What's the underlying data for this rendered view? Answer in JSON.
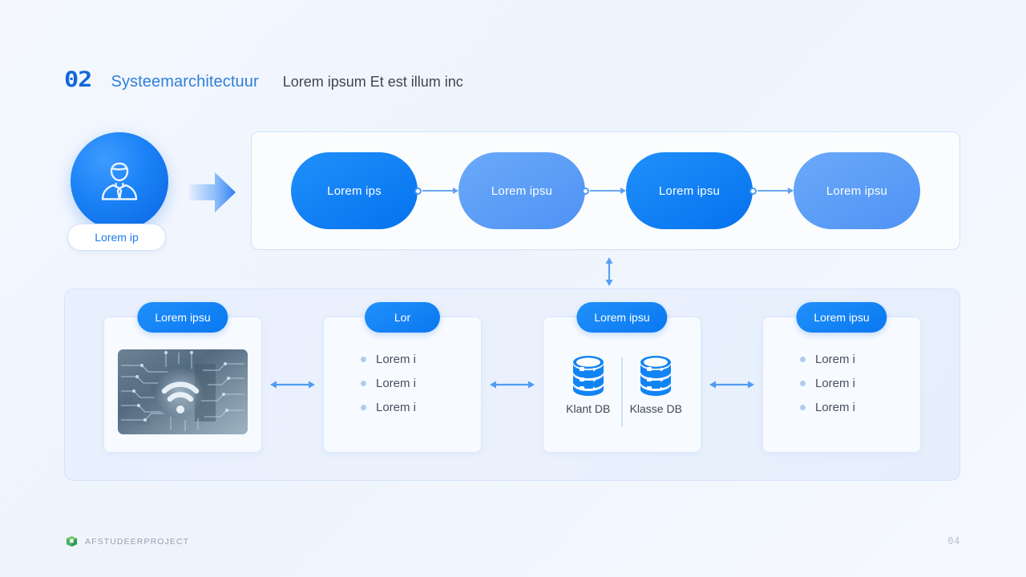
{
  "header": {
    "number": "02",
    "title": "Systeemarchitectuur",
    "subtitle": "Lorem ipsum Et est illum inc",
    "number_color": "#1168d8",
    "title_color": "#2e7fd6"
  },
  "actor": {
    "icon": "user-avatar-icon",
    "label": "Lorem ip"
  },
  "flow": {
    "nodes": [
      {
        "label": "Lorem ips",
        "tone": "dark"
      },
      {
        "label": "Lorem ipsu",
        "tone": "light"
      },
      {
        "label": "Lorem ipsu",
        "tone": "dark"
      },
      {
        "label": "Lorem ipsu",
        "tone": "light"
      }
    ]
  },
  "cards": [
    {
      "badge": "Lorem ipsu",
      "type": "image",
      "image_alt": "circuit-board-wifi-image"
    },
    {
      "badge": "Lor",
      "type": "bullets",
      "items": [
        "Lorem i",
        "Lorem i",
        "Lorem i"
      ]
    },
    {
      "badge": "Lorem ipsu",
      "type": "databases",
      "databases": [
        "Klant DB",
        "Klasse DB"
      ]
    },
    {
      "badge": "Lorem ipsu",
      "type": "bullets",
      "items": [
        "Lorem i",
        "Lorem i",
        "Lorem i"
      ]
    }
  ],
  "footer": {
    "brand": "AFSTUDEERPROJECT",
    "page": "04"
  },
  "colors": {
    "accent_dark": "#0a78f0",
    "accent_light": "#5b9df7",
    "panel_border": "#cfe3fa",
    "bottom_panel_bg": "#e9f0fd"
  }
}
